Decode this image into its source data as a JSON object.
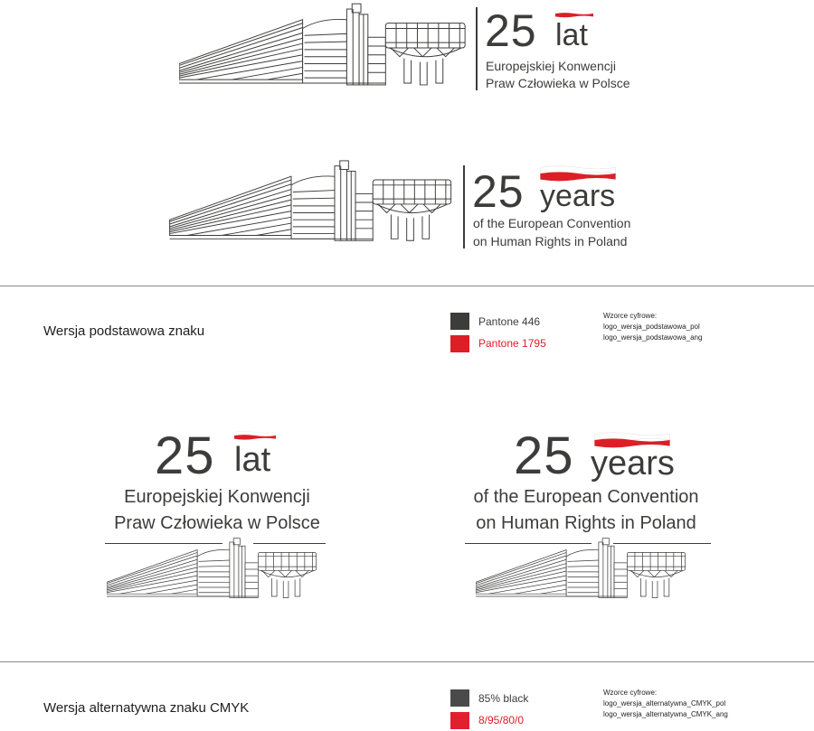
{
  "colors": {
    "dark": "#3c3c3b",
    "red": "#dc1f26",
    "cmyk_dark": "#4a4a4a",
    "cmyk_red": "#e0202f"
  },
  "logo_pl": {
    "number": "25",
    "word": "lat",
    "line1": "Europejskiej Konwencji",
    "line2": "Praw Człowieka w Polsce",
    "building_icon": "parliament-building-icon",
    "flag_icon": "polish-flag-icon"
  },
  "logo_en": {
    "number": "25",
    "word": "years",
    "line1": "of the European Convention",
    "line2": "on Human Rights in Poland",
    "building_icon": "parliament-building-icon",
    "flag_icon": "polish-flag-icon"
  },
  "section_basic": {
    "caption": "Wersja podstawowa znaku",
    "swatches": [
      {
        "label": "Pantone 446",
        "color": "#3c3c3b"
      },
      {
        "label": "Pantone 1795",
        "color": "#dc1f26"
      }
    ],
    "files_title": "Wzorce cyfrowe:",
    "files": [
      "logo_wersja_podstawowa_pol",
      "logo_wersja_podstawowa_ang"
    ]
  },
  "section_alt": {
    "caption": "Wersja alternatywna znaku CMYK",
    "swatches": [
      {
        "label": "85% black",
        "color": "#4a4a4a"
      },
      {
        "label": "8/95/80/0",
        "color": "#e0202f"
      }
    ],
    "files_title": "Wzorce cyfrowe:",
    "files": [
      "logo_wersja_alternatywna_CMYK_pol",
      "logo_wersja_alternatywna_CMYK_ang"
    ]
  }
}
